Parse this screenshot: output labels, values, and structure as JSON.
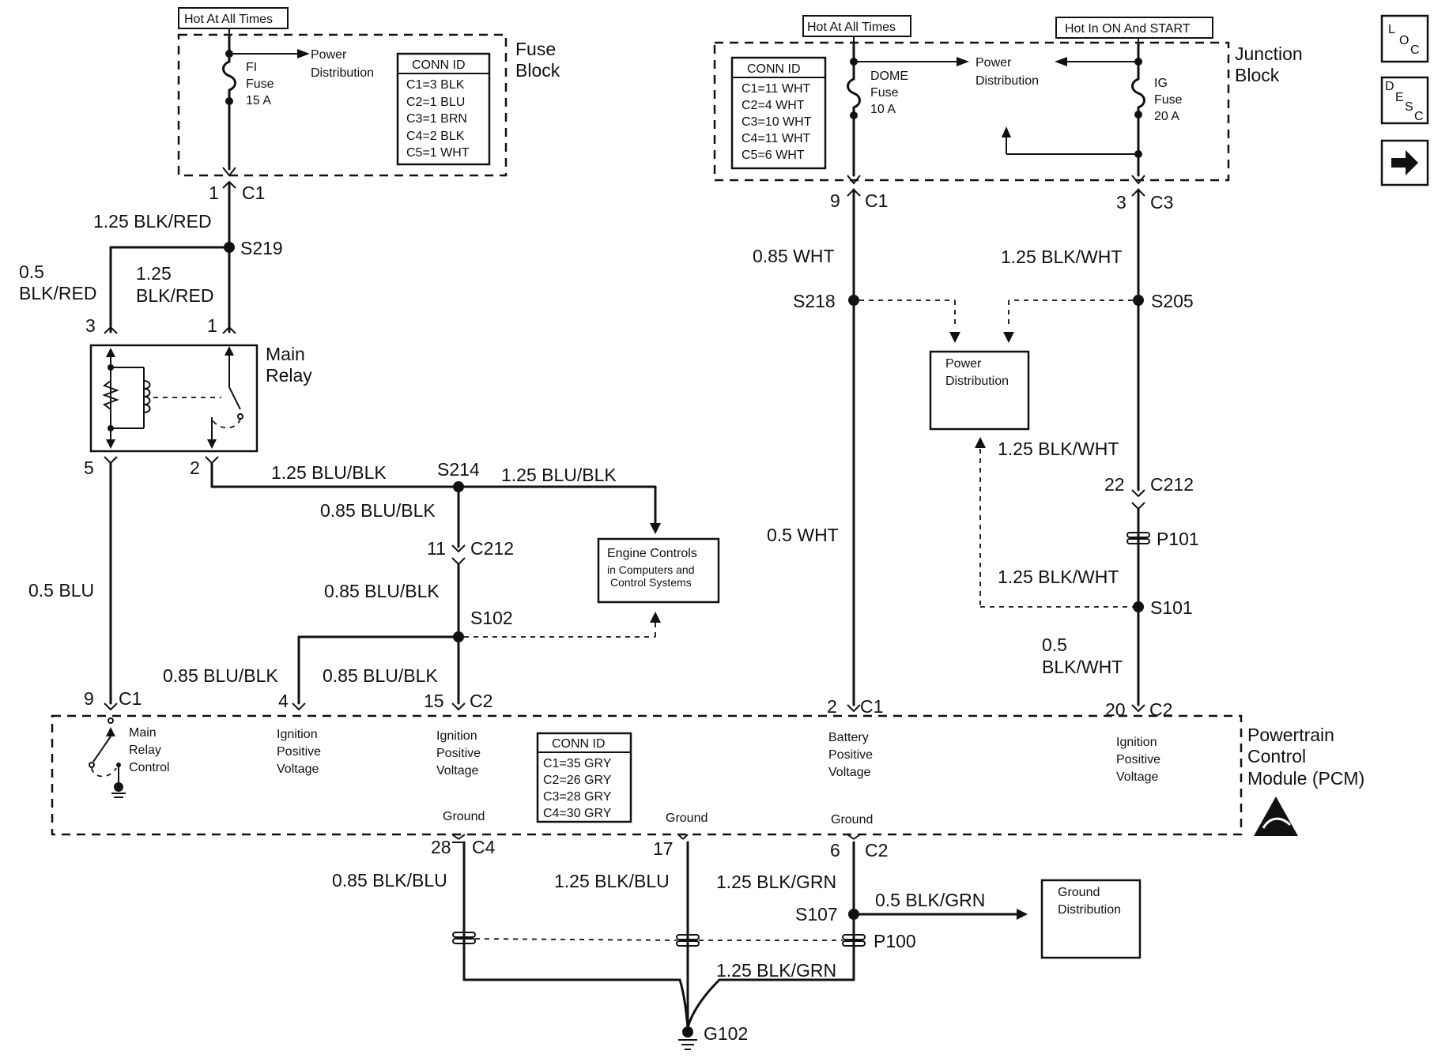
{
  "top_left": {
    "hot_label": "Hot At All Times",
    "fuse_block_title": [
      "Fuse",
      "Block"
    ],
    "fuse_name": [
      "FI",
      "Fuse",
      "15 A"
    ],
    "power_dist": [
      "Power",
      "Distribution"
    ],
    "conn_id_title": "CONN ID",
    "conn_ids": [
      "C1=3 BLK",
      "C2=1 BLU",
      "C3=1 BRN",
      "C4=2 BLK",
      "C5=1 WHT"
    ],
    "pin_1": "1",
    "conn_c1": "C1"
  },
  "left_circuit": {
    "wire_blk_red_top": "1.25 BLK/RED",
    "splice_s219": "S219",
    "wire_05_line1": "0.5",
    "wire_05_line2": "BLK/RED",
    "wire_125_line1": "1.25",
    "wire_125_line2": "BLK/RED",
    "relay_pin_3": "3",
    "relay_pin_1": "1",
    "relay_title": [
      "Main",
      "Relay"
    ],
    "relay_pin_5": "5",
    "relay_pin_2": "2",
    "wire_blu_blk_a": "1.25 BLU/BLK",
    "splice_s214": "S214",
    "wire_blu_blk_b": "1.25 BLU/BLK",
    "wire_085_a": "0.85 BLU/BLK",
    "pin_11": "11",
    "conn_c212": "C212",
    "wire_085_b": "0.85 BLU/BLK",
    "splice_s102": "S102",
    "wire_05_blu": "0.5 BLU",
    "engine_controls": [
      "Engine Controls",
      "in Computers and",
      "Control Systems"
    ],
    "wire_085_c": "0.85 BLU/BLK",
    "wire_085_d": "0.85 BLU/BLK"
  },
  "top_right": {
    "hot_label": "Hot At All Times",
    "hot_on_label": "Hot In ON And START",
    "junction_title": [
      "Junction",
      "Block"
    ],
    "conn_id_title": "CONN ID",
    "conn_ids": [
      "C1=11 WHT",
      "C2=4 WHT",
      "C3=10 WHT",
      "C4=11 WHT",
      "C5=6 WHT"
    ],
    "dome_fuse": [
      "DOME",
      "Fuse",
      "10 A"
    ],
    "power_dist": [
      "Power",
      "Distribution"
    ],
    "ig_fuse": [
      "IG",
      "Fuse",
      "20 A"
    ],
    "pin_9": "9",
    "conn_c1": "C1",
    "pin_3": "3",
    "conn_c3": "C3"
  },
  "right_circuit": {
    "wire_085_wht": "0.85 WHT",
    "wire_125_blkwht_a": "1.25 BLK/WHT",
    "splice_s218": "S218",
    "splice_s205": "S205",
    "power_dist_box": [
      "Power",
      "Distribution"
    ],
    "wire_125_blkwht_b": "1.25 BLK/WHT",
    "pin_22": "22",
    "conn_c212": "C212",
    "wire_05_wht": "0.5 WHT",
    "p101": "P101",
    "wire_125_blkwht_c": "1.25 BLK/WHT",
    "splice_s101": "S101",
    "wire_05_line1": "0.5",
    "wire_05_line2": "BLK/WHT"
  },
  "pcm": {
    "pin_9": "9",
    "c1_a": "C1",
    "pin_4": "4",
    "pin_15": "15",
    "c2_a": "C2",
    "pin_2": "2",
    "c1_b": "C1",
    "pin_20": "20",
    "c2_b": "C2",
    "main_relay_control": [
      "Main",
      "Relay",
      "Control"
    ],
    "ign_pos_a": [
      "Ignition",
      "Positive",
      "Voltage"
    ],
    "ign_pos_b": [
      "Ignition",
      "Positive",
      "Voltage"
    ],
    "conn_id_title": "CONN ID",
    "conn_ids": [
      "C1=35 GRY",
      "C2=26 GRY",
      "C3=28 GRY",
      "C4=30 GRY"
    ],
    "battery_pos": [
      "Battery",
      "Positive",
      "Voltage"
    ],
    "ign_pos_c": [
      "Ignition",
      "Positive",
      "Voltage"
    ],
    "module_title": [
      "Powertrain",
      "Control",
      "Module (PCM)"
    ],
    "ground_a": "Ground",
    "ground_b": "Ground",
    "ground_c": "Ground"
  },
  "ground_circuit": {
    "pin_28": "28",
    "conn_c4": "C4",
    "pin_17": "17",
    "pin_6": "6",
    "conn_c2": "C2",
    "wire_085_blkblu": "0.85 BLK/BLU",
    "wire_125_blkblu": "1.25 BLK/BLU",
    "wire_125_blkgrn_a": "1.25 BLK/GRN",
    "splice_s107": "S107",
    "wire_05_blkgrn": "0.5 BLK/GRN",
    "ground_dist": [
      "Ground",
      "Distribution"
    ],
    "p100": "P100",
    "wire_125_blkgrn_b": "1.25 BLK/GRN",
    "g102": "G102"
  },
  "side_nav": {
    "loc": {
      "l": "L",
      "o": "O",
      "c": "C"
    },
    "desc": {
      "d": "D",
      "e": "E",
      "s": "S",
      "c": "C"
    },
    "next_arrow_icon": "right-arrow-icon"
  }
}
